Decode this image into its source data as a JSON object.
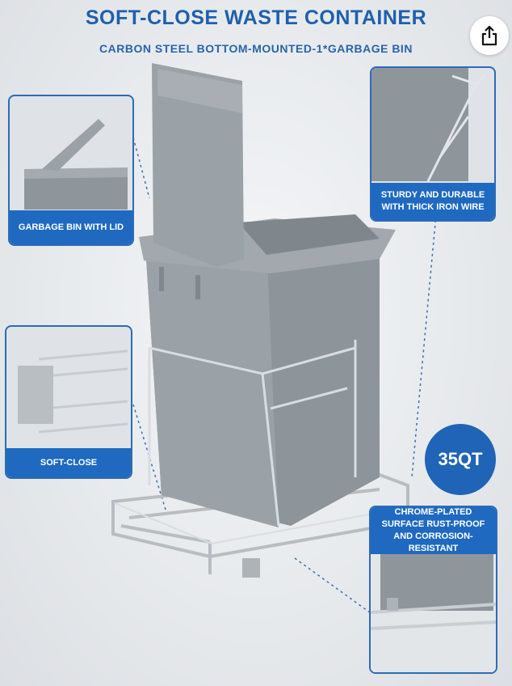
{
  "header": {
    "title": "SOFT-CLOSE WASTE CONTAINER",
    "subtitle": "CARBON STEEL BOTTOM-MOUNTED-1*GARBAGE BIN"
  },
  "share": {
    "icon": "share-icon"
  },
  "features": {
    "lid": {
      "label": "GARBAGE BIN WITH LID"
    },
    "wire": {
      "label": "STURDY AND DURABLE WITH THICK IRON WIRE"
    },
    "softclose": {
      "label": "SOFT-CLOSE"
    },
    "chrome": {
      "label": "CHROME-PLATED SURFACE RUST-PROOF AND CORROSION-RESISTANT"
    }
  },
  "badge": {
    "text": "35QT"
  },
  "colors": {
    "brand_blue": "#1f6ac0",
    "bin_gray": "#8e959b"
  }
}
